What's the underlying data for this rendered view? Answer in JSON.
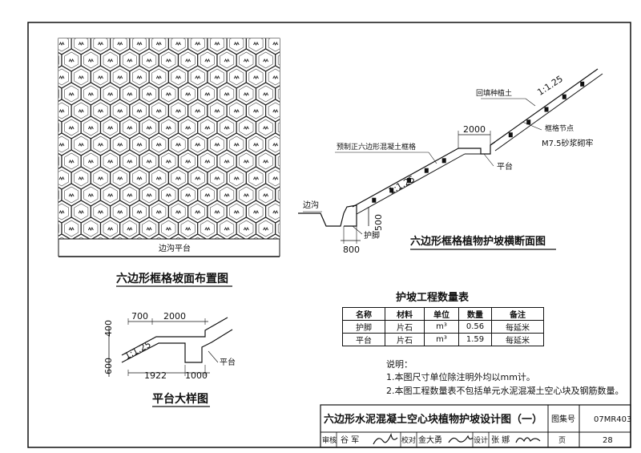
{
  "layout_view": {
    "title": "六边形框格坡面布置图",
    "bottom_label": "边沟平台"
  },
  "section_view": {
    "title": "六边形框格植物护坡横断面图",
    "slope_upper": "1:1.25",
    "slope_lower": "1:1.25",
    "backfill_label": "回填种植土",
    "frame_node_label": "框格节点",
    "mortar_label": "M7.5砂浆砌牢",
    "precast_label": "预制正六边形混凝土框格",
    "platform_label": "平台",
    "ditch_label": "边沟",
    "toe_label": "护脚",
    "dim_2000": "2000",
    "dim_500": "500",
    "dim_800": "800"
  },
  "detail_view": {
    "title": "平台大样图",
    "slope": "1:1.25",
    "platform_label": "平台",
    "dim_700": "700",
    "dim_2000": "2000",
    "dim_400": "400",
    "dim_600": "600",
    "dim_1922": "1922",
    "dim_1000": "1000"
  },
  "quantity_table": {
    "title": "护坡工程数量表",
    "headers": [
      "名称",
      "材料",
      "单位",
      "数量",
      "备注"
    ],
    "rows": [
      [
        "护脚",
        "片石",
        "m³",
        "0.56",
        "每延米"
      ],
      [
        "平台",
        "片石",
        "m³",
        "1.59",
        "每延米"
      ]
    ]
  },
  "notes": {
    "heading": "说明：",
    "items": [
      "1.本图尺寸单位除注明外均以mm计。",
      "2.本图工程数量表不包括单元水泥混凝土空心块及钢筋数量。"
    ]
  },
  "title_block": {
    "drawing_title": "六边形水泥混凝土空心块植物护坡设计图（一）",
    "atlas_label": "图集号",
    "atlas_no": "07MR403",
    "review_label": "审核",
    "reviewer": "谷 军",
    "check_label": "校对",
    "checker": "金大勇",
    "design_label": "设计",
    "designer": "张 娜",
    "page_label": "页",
    "page_no": "28"
  }
}
